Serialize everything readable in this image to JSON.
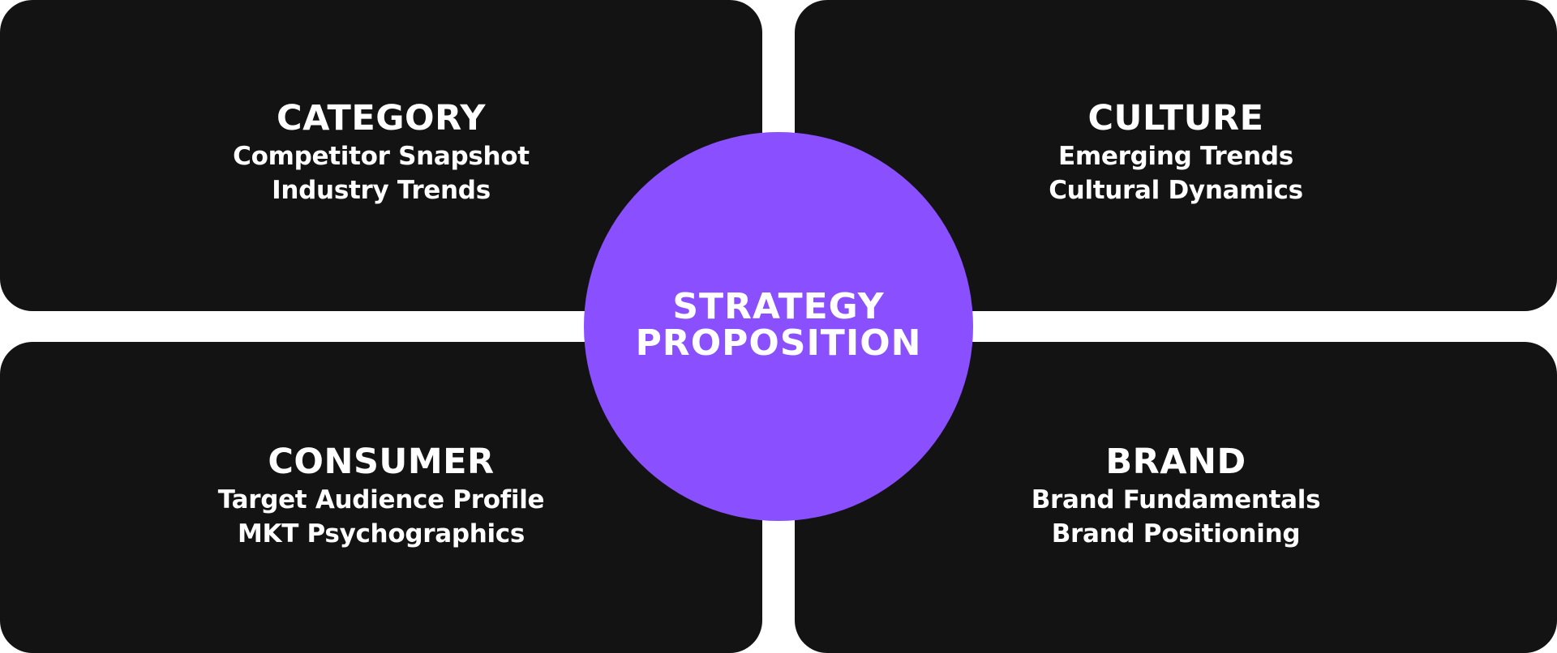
{
  "quadrants": {
    "category": {
      "title": "CATEGORY",
      "lines": [
        "Competitor Snapshot",
        "Industry Trends"
      ]
    },
    "culture": {
      "title": "CULTURE",
      "lines": [
        "Emerging Trends",
        "Cultural Dynamics"
      ]
    },
    "consumer": {
      "title": "CONSUMER",
      "lines": [
        "Target Audience Profile",
        "MKT Psychographics"
      ]
    },
    "brand": {
      "title": "BRAND",
      "lines": [
        "Brand Fundamentals",
        "Brand Positioning"
      ]
    }
  },
  "center": {
    "lines": [
      "STRATEGY",
      "PROPOSITION"
    ]
  },
  "colors": {
    "quadrant_background": "#131313",
    "center_circle": "#8a4fff",
    "text": "#ffffff",
    "page_background": "#ffffff"
  }
}
